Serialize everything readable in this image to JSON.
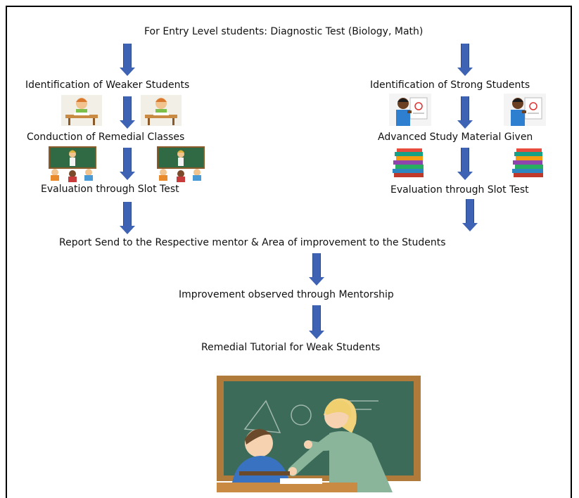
{
  "flow": {
    "entry": "For Entry Level students: Diagnostic Test (Biology, Math)",
    "weak": {
      "identify": "Identification of Weaker Students",
      "remedial": "Conduction of Remedial Classes",
      "evaluate": "Evaluation through Slot Test"
    },
    "strong": {
      "identify": "Identification of Strong Students",
      "material": "Advanced Study Material Given",
      "evaluate": "Evaluation through Slot Test"
    },
    "report": "Report Send to the Respective mentor & Area of improvement to the Students",
    "mentorship": "Improvement observed through Mentorship",
    "tutorial": "Remedial Tutorial for Weak Students"
  },
  "icons": {
    "weak_student": "student-writing-icon",
    "classroom": "classroom-icon",
    "strong_student": "student-with-certificate-icon",
    "books": "book-stack-icon",
    "tutoring": "teacher-tutoring-illustration"
  },
  "colors": {
    "arrow": "#3f63b4",
    "border": "#000000",
    "chalkboard": "#3d6b5a"
  }
}
